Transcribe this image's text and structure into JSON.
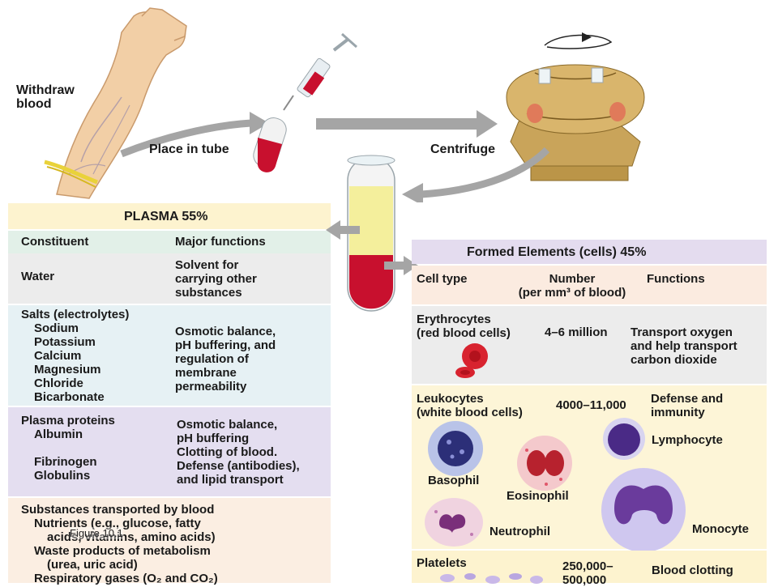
{
  "colors": {
    "plasma_header": "#fdf3cf",
    "col_header": "#e2f0e8",
    "water_row": "#ececec",
    "salts_row": "#e6f1f4",
    "proteins_row": "#e4def0",
    "substances_row": "#fbeee2",
    "formed_header": "#e4dcef",
    "formed_col_header": "#fbebe0",
    "erythro_row": "#ececec",
    "leuko_row": "#fdf5d7",
    "platelet_row": "#fdf3cf",
    "blood_red": "#c8102e",
    "plasma_yellow": "#f4ef9c",
    "arrow_gray": "#a5a5a5"
  },
  "process": {
    "withdraw": [
      "Withdraw",
      "blood"
    ],
    "place_in_tube": "Place in tube",
    "centrifuge": "Centrifuge"
  },
  "plasma": {
    "title": "PLASMA 55%",
    "col_constituent": "Constituent",
    "col_functions": "Major functions",
    "water": {
      "name": "Water",
      "functions": [
        "Solvent for",
        "carrying other",
        "substances"
      ]
    },
    "salts": {
      "name": "Salts (electrolytes)",
      "items": [
        "Sodium",
        "Potassium",
        "Calcium",
        "Magnesium",
        "Chloride",
        "Bicarbonate"
      ],
      "functions": [
        "Osmotic balance,",
        "pH buffering, and",
        "regulation of",
        "membrane",
        "permeability"
      ]
    },
    "proteins": {
      "name": "Plasma proteins",
      "items": [
        "Albumin",
        "",
        "Fibrinogen",
        "Globulins"
      ],
      "functions": [
        "Osmotic balance,",
        "pH buffering",
        "Clotting of blood.",
        "Defense (antibodies),",
        "and lipid transport"
      ]
    },
    "substances": {
      "lines": [
        "Substances transported by blood",
        "Nutrients (e.g., glucose, fatty",
        "acids, vitamins, amino acids)",
        "Waste products of metabolism",
        "(urea, uric acid)",
        "Respiratory gases (O₂ and CO₂)"
      ],
      "overlay": "Figure 10.1"
    }
  },
  "formed": {
    "title": "Formed Elements (cells) 45%",
    "col_cell_type": "Cell type",
    "col_number": [
      "Number",
      "(per mm³ of blood)"
    ],
    "col_functions": "Functions",
    "erythrocytes": {
      "name": [
        "Erythrocytes",
        "(red blood cells)"
      ],
      "number": "4–6 million",
      "functions": [
        "Transport oxygen",
        "and help transport",
        "carbon dioxide"
      ]
    },
    "leukocytes": {
      "name": [
        "Leukocytes",
        "(white blood cells)"
      ],
      "number": "4000–11,000",
      "functions": [
        "Defense and",
        "immunity"
      ],
      "cells": {
        "lymphocyte": "Lymphocyte",
        "basophil": "Basophil",
        "eosinophil": "Eosinophil",
        "neutrophil": "Neutrophil",
        "monocyte": "Monocyte"
      }
    },
    "platelets": {
      "name": "Platelets",
      "number": [
        "250,000–",
        "500,000"
      ],
      "functions": "Blood clotting"
    }
  }
}
